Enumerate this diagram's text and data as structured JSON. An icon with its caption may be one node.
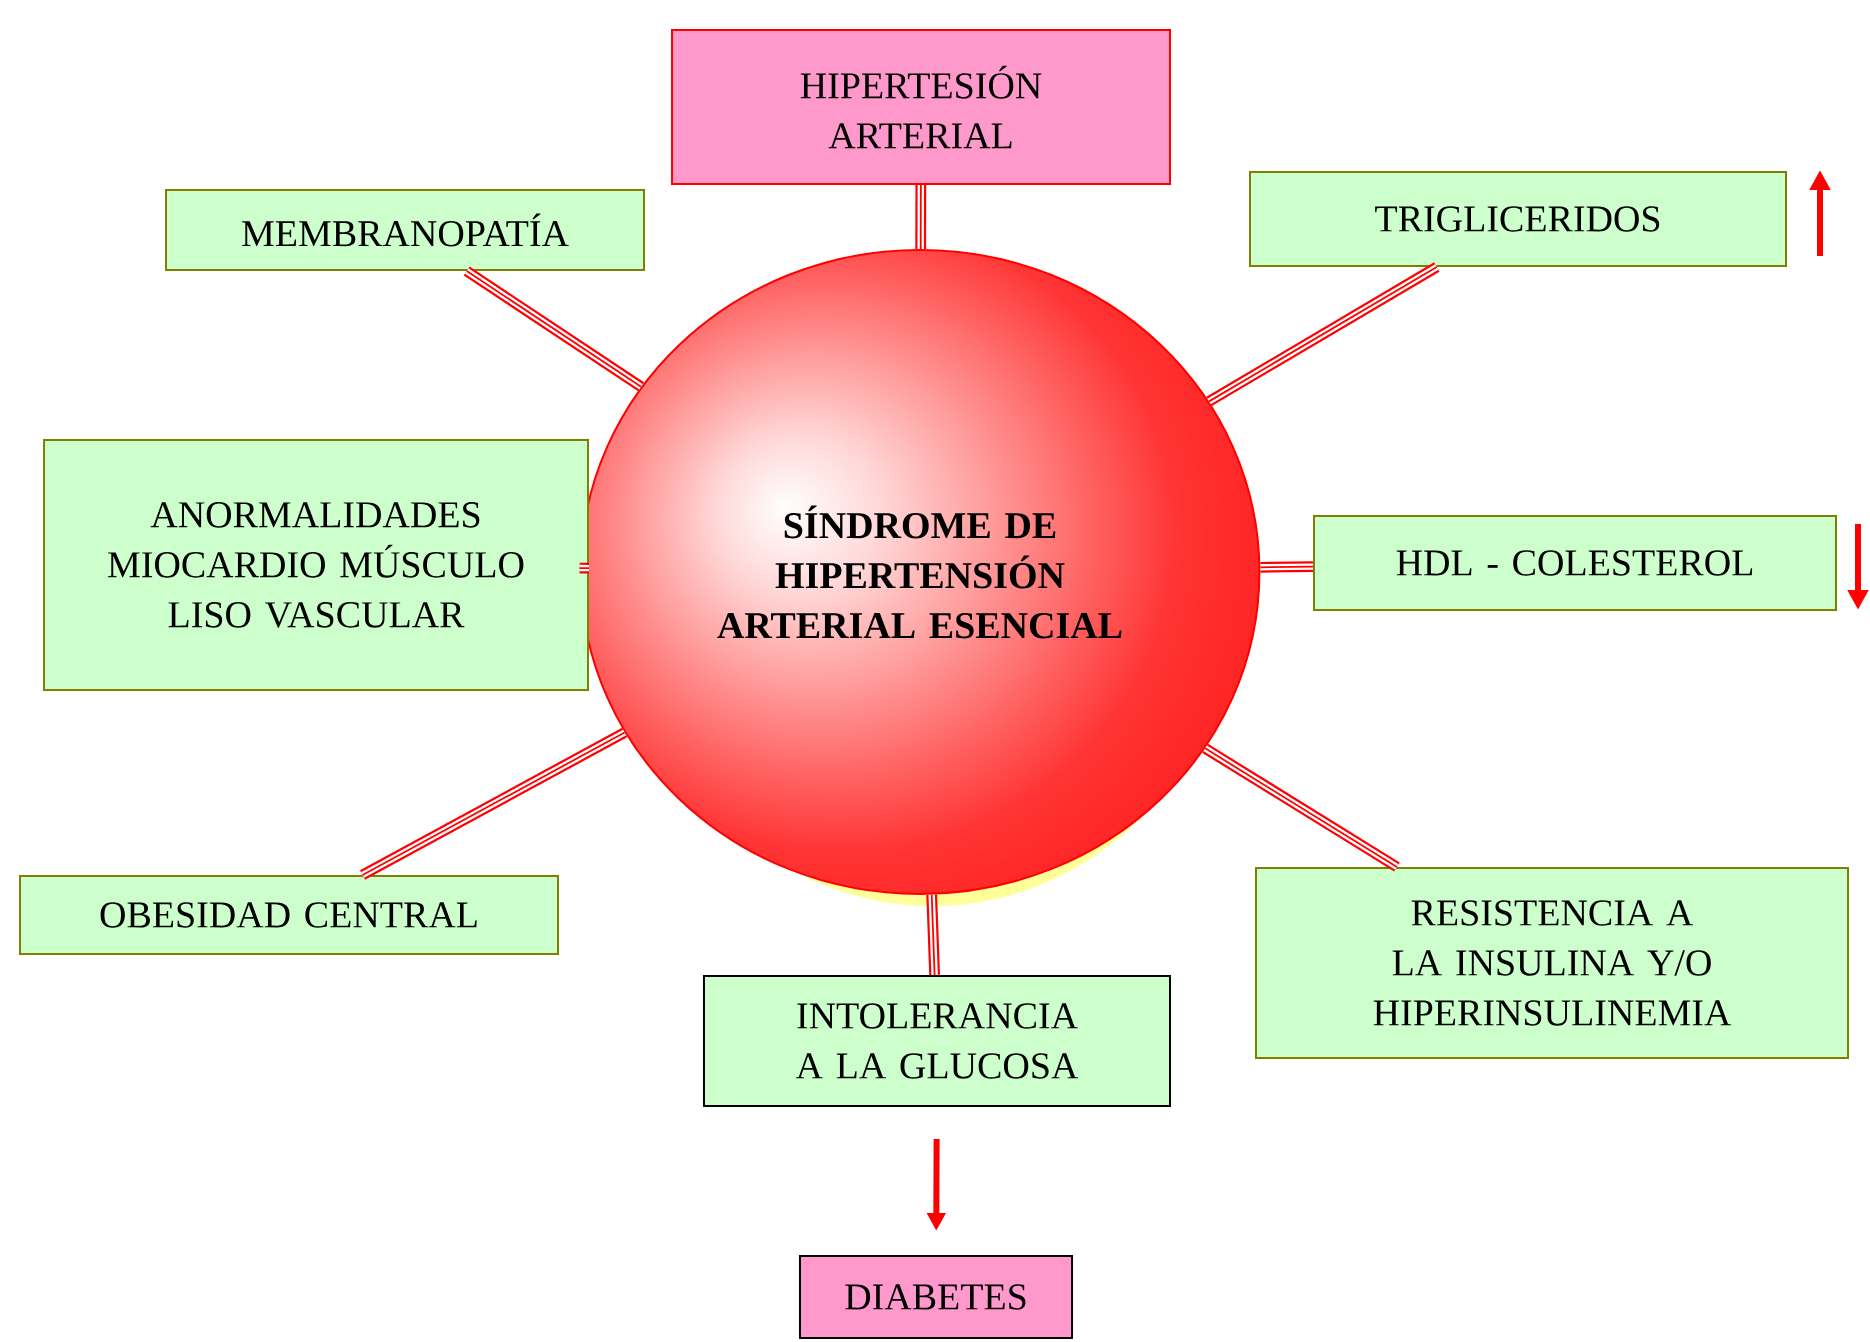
{
  "diagram": {
    "nodes": [
      {
        "text": [
          "SÍNDROME DE HIPERTENSIÓN ARTERIAL ESENCIAL"
        ]
      },
      {
        "text": [
          "HIPERTESIÓN ARTERIAL"
        ]
      },
      {
        "text": [
          "MEMBRANOPATÍA"
        ]
      },
      {
        "text": [
          "TRIGLICERIDOS"
        ]
      },
      {
        "text": [
          "ANORMALIDADES MIOCARDIO MÚSCULO LISO VASCULAR"
        ]
      },
      {
        "text": [
          "HDL - COLESTEROL"
        ]
      },
      {
        "text": [
          "OBESIDAD CENTRAL"
        ]
      },
      {
        "text": [
          "RESISTENCIA A LA INSULINA Y/O HIPERINSULINEMIA"
        ]
      },
      {
        "text": [
          "INTOLERANCIA A LA GLUCOSA"
        ]
      },
      {
        "text": [
          "DIABETES"
        ]
      }
    ],
    "edges": [
      {
        "from": 0,
        "to": 1,
        "arrow": "none"
      },
      {
        "from": 0,
        "to": 2,
        "arrow": "none"
      },
      {
        "from": 0,
        "to": 3,
        "arrow": "none"
      },
      {
        "from": 0,
        "to": 4,
        "arrow": "none"
      },
      {
        "from": 0,
        "to": 5,
        "arrow": "none"
      },
      {
        "from": 0,
        "to": 6,
        "arrow": "none"
      },
      {
        "from": 0,
        "to": 7,
        "arrow": "none"
      },
      {
        "from": 0,
        "to": 8,
        "arrow": "none"
      },
      {
        "from": 8,
        "to": 9,
        "arrow": "to"
      }
    ]
  }
}
